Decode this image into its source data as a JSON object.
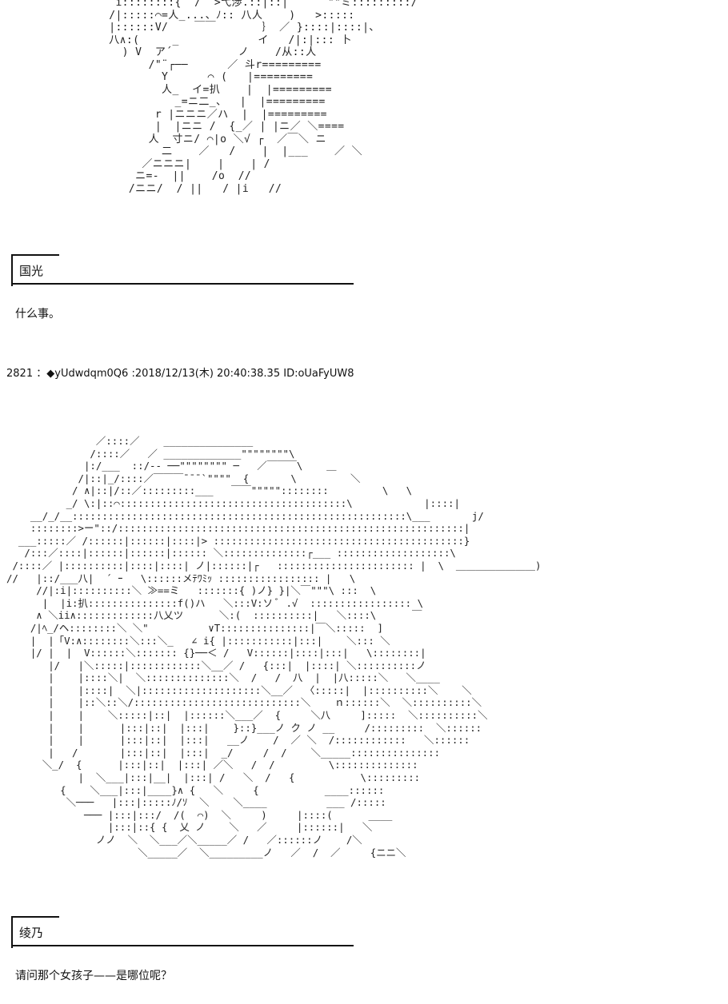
{
  "art_top": [
    "  i::::::::{  /  >弋渉.::|::|    ``\"\"ミ:::::::::/",
    " /|:::::⌒=人_...、ﾉ:: 八人    )   >:::::",
    " |::::::V/    ￣￣       ｝ ／ }::::|::::|、",
    " 八∧:(     _            イ   /|:|::: 卜",
    "   ) V  ア´          ノ    /从::人",
    "       /\"¨┌──      ／ 斗r=========",
    "         Y      ⌒ (   |=========",
    "         人_  イ=扒    |  |=========",
    "           _=ニ二_、  |  |=========",
    "        r |ニニニ／ハ  |  |=========",
    "        |  |ニニ /  {_／ | |ニ／ ＼====",
    "       人  寸ニ/ ⌒|o ＼√ ┌  ／￣＼ ニ",
    "         二    ／   /    |  |___    ／ ＼",
    "      ／ニニニ|    |    | /",
    "     ニ=-  ||    /o  //",
    "    /ニニ/  / ||   / |i   //"
  ],
  "speaker1": {
    "name": "国光"
  },
  "line1": "什么事。",
  "post": {
    "number": "2821",
    "separator": "：",
    "trip": "◆yUdwdqm0Q6",
    "datetime": "2018/12/13(木) 20:40:38.35",
    "id": "ID:oUaFyUW8"
  },
  "art_main": [
    "               ／::::／    _______________",
    "              /::::／   ／ _____________\"\"\"\"\"\"\"\"\\",
    "             |:/___  ::/-- ──\"\"\"\"\"\"\"\" ─   ／￣￣￣\\    ＿",
    "            /|::|_/::::／￣￣￣¯¯¯`\"\"\"\"  {       \\         ＼",
    "           / ∧|::|/::／:::::::::___   ￣￣\"\"\"\"\"::::::::         \\   \\",
    "          _/ \\:|::⌒::::::::::::::::::::::::::::::::::::::\\            |::::|",
    "    __/_/__::::::::::::::::::::::::::::::::::::::::::::::::::::::::\\___       j/",
    "    ::::::::>ー\"::/::::::::::::::::::::::::::::::::::::::::::::::::::::::::::|  ",
    "  ___:::::／ /::::::|::::::|::::|> ::::::::::::::::::::::::::::::::::::::::::}",
    "   /:::／::::|::::::|::::::|:::::: ＼::::::::::::::┌___ :::::::::::::::::::\\",
    " /::::／ |::::::::::|::::|::::| ノ|::::::|┌   ::::::::::::::::::::::: |  \\  ＿＿＿＿＿＿＿＿)",
    "//   |::/___八|  ´ ｰ   \\::::::メﾃﾜﾐｯ ::::::::::::::::: |   \\",
    "     //|:i|::::::::::＼ ≫==ミ   :::::::{ )ノ} }|＼￣\"\"\"\\ :::  \\",
    "      |  |i:扒:::::::::::::::f()ハ   ＼:::V:ソ ﾞ .√  ::::::::::::::::: \\",
    "     ∧ ＼ii∧:::::::::::::八乂ツ      ＼:(  ::::::::::|   ＼::::\\      ￣",
    "    /|ﾍ_/ヘ::::::::＼ ＼\"          ∨T:::::::::::::::|￣＼:::::  ]",
    "    |  |「V:∧::::::::＼:::＼_   ∠ i{ |:::::::::::|:::|    ＼::: ＼",
    "    |/ |  |  V::::::＼::::::: {}──＜ /   V::::::|::::|:::|   \\::::::::|",
    "       |/   |＼:::::|::::::::::::＼__／ /   {:::|  |::::| ＼::::::::::ノ",
    "       |    |::::＼|  ＼::::::::::::::＼  /   /  八  |  |八:::::＼   ＼____",
    "       |    |::::|  ＼|::::::::::::::::::::＼__／  〈:::::|  |::::::::::＼    ＼",
    "       |    |::＼::＼/::::::::::::::::::::::::::::＼    ｎ::::::＼  ＼::::::::::＼",
    "       |    |    ＼:::::|::|  |::::::＼___／  {     ＼八     ]:::::  ＼::::::::::＼",
    "       |    |      |:::|::|  |:::|    }::}___ノ ク ノ __     /:::::::::  ＼::::::",
    "       |    |      |:::|::|  |:::|   __ノ    /  ／ ＼  /::::::::::::   ＼::::::",
    "       |   /       |:::|::|  |:::|  _/     /  /    ＼_____:::::::::::::::",
    "      ＼_/  {      |:::|::|  |:::| ／＼   /  /         \\::::::::::::::",
    "            |  ＼___|:::|__|  |:::| /   ＼  /   {           \\:::::::::",
    "         {    ＼___|:::|____}∧ {   ＼     {           ____::::::",
    "          ＼───   |:::|:::::ﾉ/ｿ  ＼    ＼____          ___ /:::::",
    "             ─── |:::|:::/  /(  ⌒)  ＼     )     |::::(      ____",
    "                 |:::|::{ {  乂 ノ    ＼   ／     |::::::|   ＼",
    "               ノノ  ＼  ＼___／＼_____／ /   ／::::::ノ    /＼",
    "                      ＼_____／  ＼_________ノ   ／  /  ／     {ニニ＼"
  ],
  "speaker2": {
    "name": "绫乃"
  },
  "line2": "请问那个女孩子——是哪位呢？"
}
